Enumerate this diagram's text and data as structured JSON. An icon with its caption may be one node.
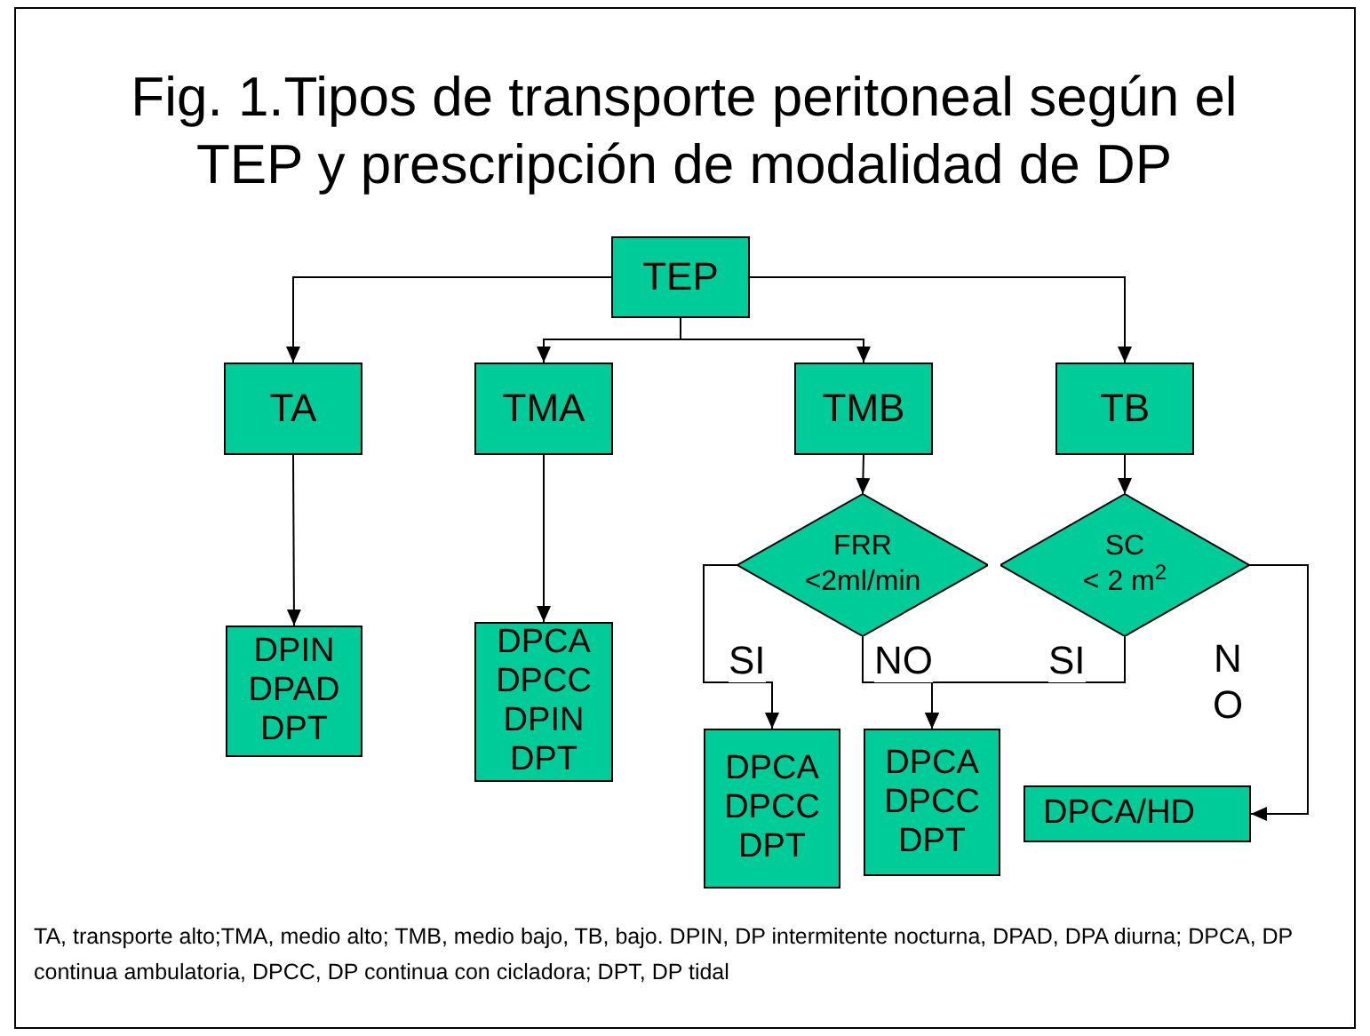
{
  "diagram": {
    "title": "Fig. 1.Tipos de transporte peritoneal según el TEP y prescripción de modalidad de DP",
    "nodes": [
      {
        "text": [
          "TEP"
        ]
      },
      {
        "text": [
          "TA"
        ]
      },
      {
        "text": [
          "TMA"
        ]
      },
      {
        "text": [
          "TMB"
        ]
      },
      {
        "text": [
          "TB"
        ]
      },
      {
        "text": [
          "FRR",
          "<2ml/min"
        ]
      },
      {
        "text": [
          "SC",
          "< 2 m$^{2}$"
        ]
      },
      {
        "text": [
          "DPIN",
          "DPAD",
          "DPT"
        ]
      },
      {
        "text": [
          "DPCA",
          "DPCC",
          "DPIN",
          "DPT"
        ]
      },
      {
        "text": [
          "DPCA",
          "DPCC",
          "DPT"
        ]
      },
      {
        "text": [
          "DPCA",
          "DPCC",
          "DPT"
        ]
      },
      {
        "text": [
          "DPCA/HD"
        ]
      }
    ],
    "edges": [
      {
        "from": 0,
        "to": 1,
        "arrow": "to"
      },
      {
        "from": 0,
        "to": 2,
        "arrow": "to"
      },
      {
        "from": 0,
        "to": 3,
        "arrow": "to"
      },
      {
        "from": 0,
        "to": 4,
        "arrow": "to"
      },
      {
        "from": 1,
        "to": 7,
        "arrow": "to"
      },
      {
        "from": 2,
        "to": 8,
        "arrow": "to"
      },
      {
        "from": 3,
        "to": 5,
        "arrow": "to"
      },
      {
        "from": 4,
        "to": 6,
        "arrow": "to"
      },
      {
        "from": 5,
        "to": 9,
        "arrow": "to",
        "label": "SI"
      },
      {
        "from": 5,
        "to": 10,
        "arrow": "to",
        "label": "NO"
      },
      {
        "from": 6,
        "to": 10,
        "arrow": "to",
        "label": "SI"
      },
      {
        "from": 6,
        "to": 11,
        "arrow": "to",
        "label": "NO"
      }
    ],
    "labels": [
      "TA, transporte alto;TMA, medio alto; TMB, medio bajo, TB, bajo. DPIN, DP intermitente nocturna, DPAD, DPA diurna; DPCA, DP continua ambulatoria, DPCC, DP continua con cicladora; DPT, DP tidal"
    ]
  }
}
